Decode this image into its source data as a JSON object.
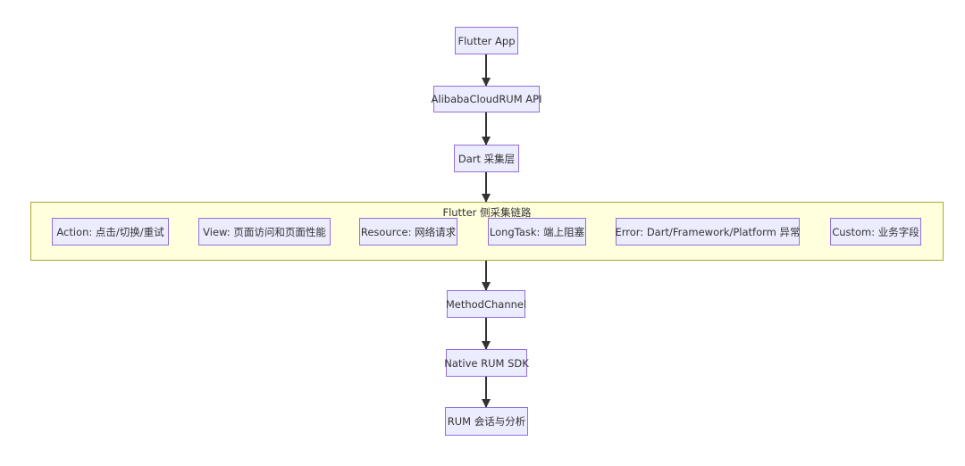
{
  "nodes": {
    "flutter_app": "Flutter App",
    "rum_api": "AlibabaCloudRUM API",
    "dart_layer": "Dart 采集层",
    "method_channel": "MethodChannel",
    "native_sdk": "Native RUM SDK",
    "rum_session": "RUM 会话与分析"
  },
  "cluster": {
    "title": "Flutter 侧采集链路",
    "items": [
      "Action: 点击/切换/重试",
      "View: 页面访问和页面性能",
      "Resource: 网络请求",
      "LongTask: 端上阻塞",
      "Error: Dart/Framework/Platform 异常",
      "Custom: 业务字段"
    ]
  },
  "colors": {
    "node_fill": "#ECECFF",
    "node_border": "#9370DB",
    "cluster_fill": "#ffffde",
    "cluster_border": "#aaaa33",
    "edge": "#333333"
  }
}
